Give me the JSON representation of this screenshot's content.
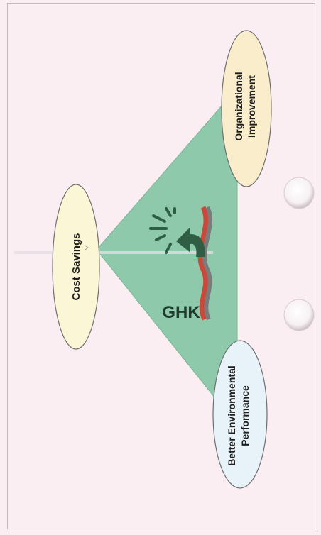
{
  "diagram": {
    "nodes": {
      "cost_savings": {
        "label": "Cost Savings"
      },
      "organizational_improvement": {
        "line1": "Organizational",
        "line2": "Improvement"
      },
      "better_environmental_performance": {
        "line1": "Better Environmental",
        "line2": "Performance"
      }
    },
    "logo": {
      "text": "GHK"
    },
    "colors": {
      "page_background": "#fbeef3",
      "triangle_fill": "#8fc9ab",
      "cost_savings_fill": "#fbf6d5",
      "organizational_improvement_fill": "#f9edcc",
      "better_environmental_performance_fill": "#e7f3f8",
      "arrow_fill": "#2f5e45",
      "logo_text": "#1f3a2c"
    }
  }
}
